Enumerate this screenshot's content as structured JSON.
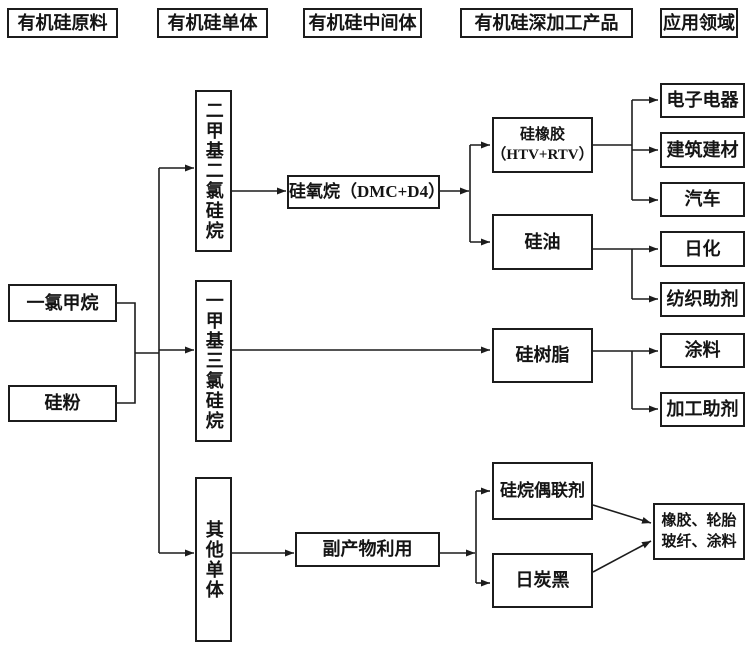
{
  "diagram": {
    "type": "flowchart",
    "background_color": "#ffffff",
    "line_color": "#1c1c1c",
    "text_color": "#141414",
    "headers": [
      {
        "label": "有机硅原料"
      },
      {
        "label": "有机硅单体"
      },
      {
        "label": "有机硅中间体"
      },
      {
        "label": "有机硅深加工产品"
      },
      {
        "label": "应用领域"
      }
    ],
    "nodes": {
      "chloromethane": "一氯甲烷",
      "silicon_powder": "硅粉",
      "dimethyldichlorosilane": "二甲基二氯硅烷",
      "methyltrichlorosilane": "一甲基三氯硅烷",
      "other_monomers": "其他单体",
      "siloxane": "硅氧烷（DMC+D4）",
      "byproduct_utilization": "副产物利用",
      "silicone_rubber": "硅橡胶\n（HTV+RTV）",
      "silicone_oil": "硅油",
      "silicone_resin": "硅树脂",
      "silane_coupling_agent": "硅烷偶联剂",
      "carbon_black": "日炭黑",
      "electronics": "电子电器",
      "construction_materials": "建筑建材",
      "automobile": "汽车",
      "daily_chemicals": "日化",
      "textile_auxiliaries": "纺织助剂",
      "coatings": "涂料",
      "processing_auxiliaries": "加工助剂",
      "rubber_tire_glassfiber_coating": "橡胶、轮胎\n玻纤、涂料"
    }
  }
}
